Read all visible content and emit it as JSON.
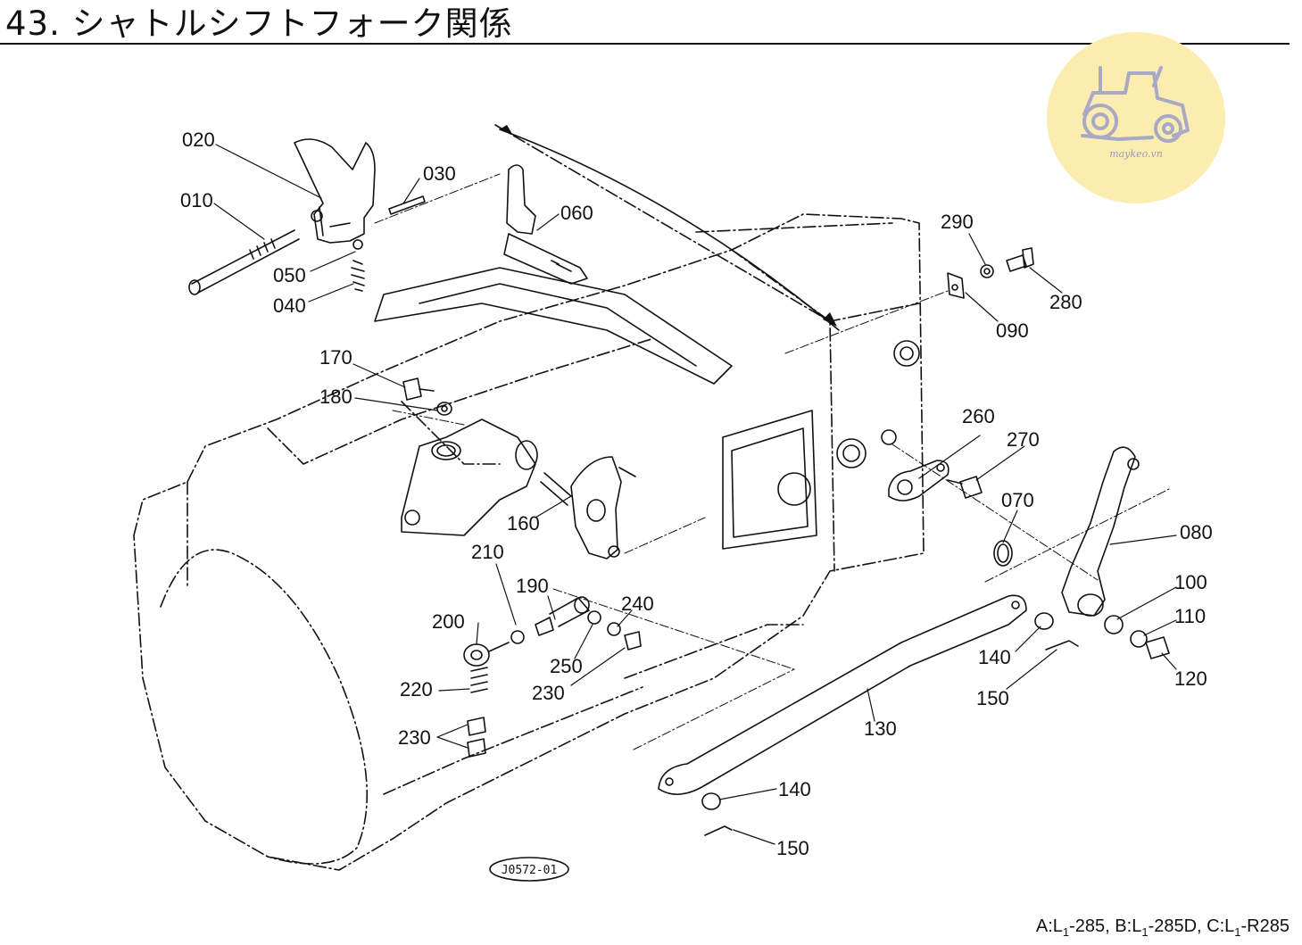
{
  "page": {
    "title": "43. シャトルシフトフォーク関係",
    "drawing_code": "J0572-01",
    "watermark": "maykeo.vn",
    "model_note": {
      "a_prefix": "A:L",
      "a_sub": "1",
      "a_suffix": "-285,",
      "b_prefix": "B:L",
      "b_sub": "1",
      "b_suffix": "-285D,",
      "c_prefix": "C:L",
      "c_sub": "1",
      "c_suffix": "-R285"
    }
  },
  "parts": {
    "p010": "010",
    "p020": "020",
    "p030": "030",
    "p040": "040",
    "p050": "050",
    "p060": "060",
    "p070": "070",
    "p080": "080",
    "p090": "090",
    "p100": "100",
    "p110": "110",
    "p120": "120",
    "p130": "130",
    "p140a": "140",
    "p140b": "140",
    "p150a": "150",
    "p150b": "150",
    "p160": "160",
    "p170": "170",
    "p180": "180",
    "p190": "190",
    "p200": "200",
    "p210": "210",
    "p220": "220",
    "p230a": "230",
    "p230b": "230",
    "p240": "240",
    "p250": "250",
    "p260": "260",
    "p270": "270",
    "p280": "280",
    "p290": "290"
  }
}
